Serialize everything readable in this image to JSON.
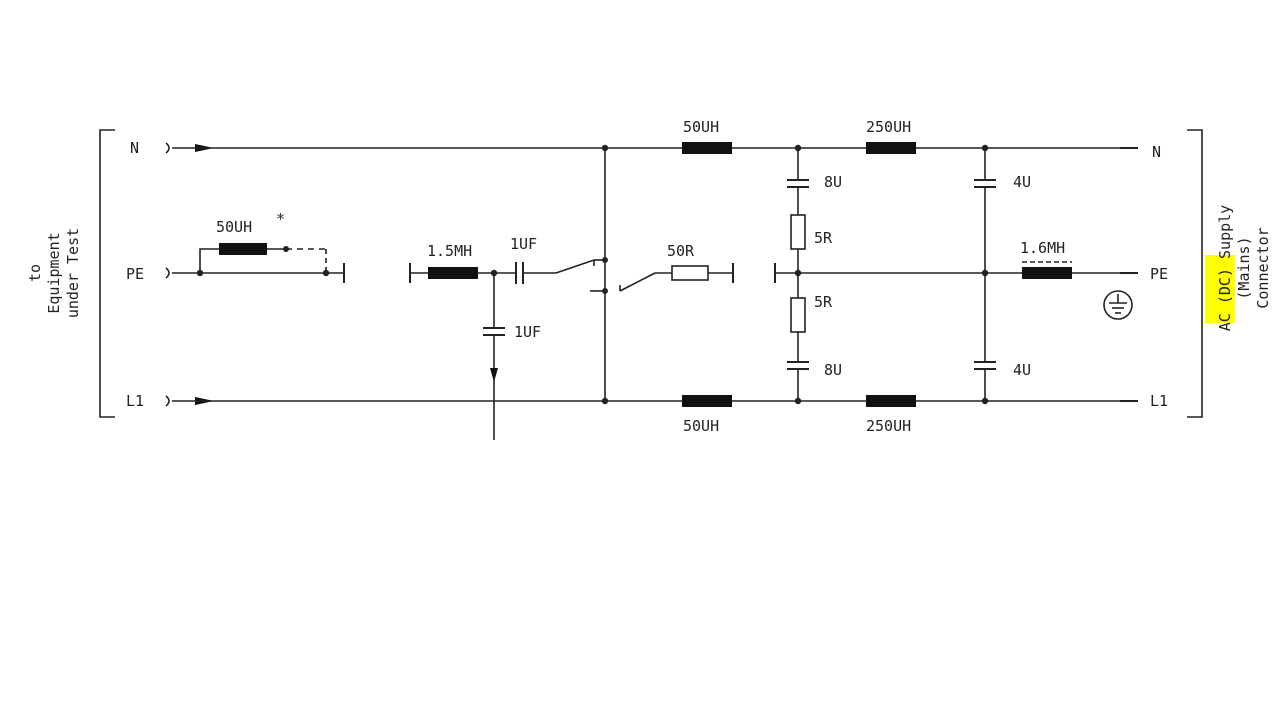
{
  "left_terminals": {
    "n": "N",
    "pe": "PE",
    "l1": "L1"
  },
  "right_terminals": {
    "n": "N",
    "pe": "PE",
    "l1": "L1"
  },
  "left_side_label": {
    "line1": "to",
    "line2": "Equipment",
    "line3": "under Test"
  },
  "right_side_label": {
    "line1_pre": "AC ",
    "line1_highlight": "(DC)",
    "line1_post": " Supply",
    "line2": "(Mains)",
    "line3": "Connector",
    "highlight_color": "#ffff00"
  },
  "components": {
    "pe_inductor": "50UH",
    "pe_inductor_mark": "*",
    "series_inductor": "1.5MH",
    "series_capacitor": "1UF",
    "shunt_capacitor": "1UF",
    "resistor_50r": "50R",
    "n_inductor_1": "50UH",
    "n_inductor_2": "250UH",
    "l1_inductor_1": "50UH",
    "l1_inductor_2": "250UH",
    "cap_n_left": "8U",
    "res_top": "5R",
    "res_bottom": "5R",
    "cap_l1_left": "8U",
    "cap_n_right": "4U",
    "cap_l1_right": "4U",
    "pe_inductor_right": "1.6MH"
  }
}
